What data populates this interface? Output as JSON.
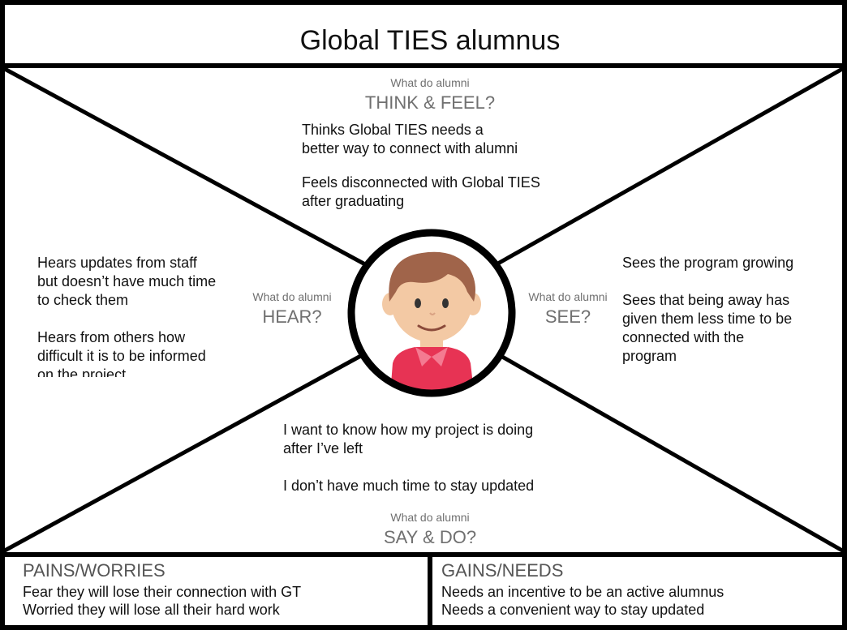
{
  "title": "Global TIES alumnus",
  "think_feel": {
    "prompt": "What do alumni",
    "heading": "THINK & FEEL?",
    "lines": [
      "Thinks Global TIES needs a\nbetter way to connect with alumni",
      "Feels disconnected with Global TIES\nafter graduating"
    ]
  },
  "hear": {
    "prompt": "What do alumni",
    "heading": "HEAR?",
    "lines": [
      "Hears updates from staff\nbut doesn’t have much time\nto check them",
      "Hears from others how\ndifficult it is to be informed\non the project"
    ]
  },
  "see": {
    "prompt": "What do alumni",
    "heading": "SEE?",
    "lines": [
      "Sees the program growing",
      "Sees that being away has\ngiven them less time to be\nconnected with the\nprogram"
    ]
  },
  "say_do": {
    "prompt": "What do alumni",
    "heading": "SAY & DO?",
    "lines": [
      "I want to know how my project is doing\nafter I’ve left",
      "I don’t have much time to stay updated"
    ]
  },
  "pains": {
    "heading": "PAINS/WORRIES",
    "items": [
      "Fear they will lose their connection with GT",
      "Worried they will lose all their hard work"
    ]
  },
  "gains": {
    "heading": "GAINS/NEEDS",
    "items": [
      "Needs an incentive to be an active alumnus",
      "Needs a convenient way to stay updated"
    ]
  },
  "colors": {
    "skin": "#f3c9a4",
    "hair": "#a0644a",
    "shirt": "#e73354",
    "collar": "#f47a91"
  },
  "persona_icon": "boy-avatar-icon"
}
